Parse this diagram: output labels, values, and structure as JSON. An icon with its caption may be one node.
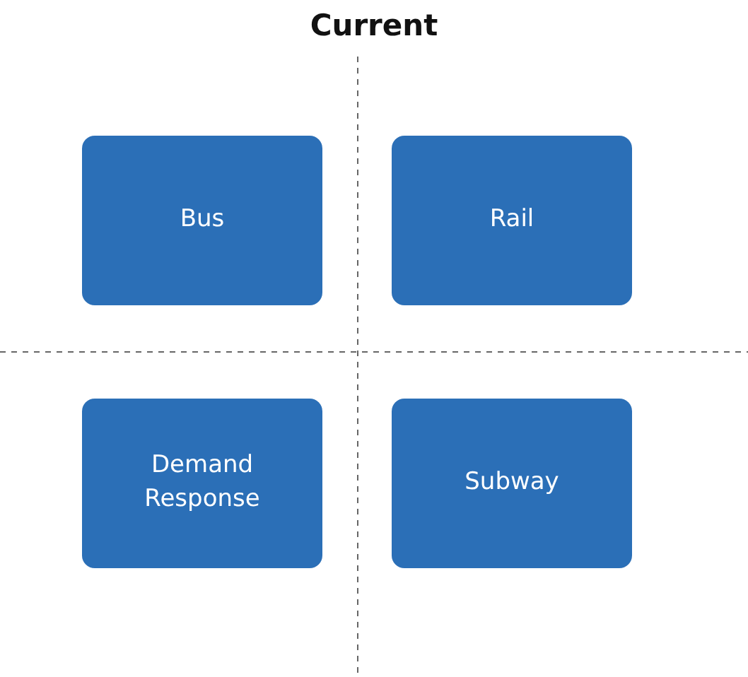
{
  "diagram": {
    "title": "Current",
    "nodes": [
      {
        "text": [
          "Bus"
        ]
      },
      {
        "text": [
          "Rail"
        ]
      },
      {
        "text": [
          "Demand Response"
        ]
      },
      {
        "text": [
          "Subway"
        ]
      }
    ],
    "edges": []
  }
}
